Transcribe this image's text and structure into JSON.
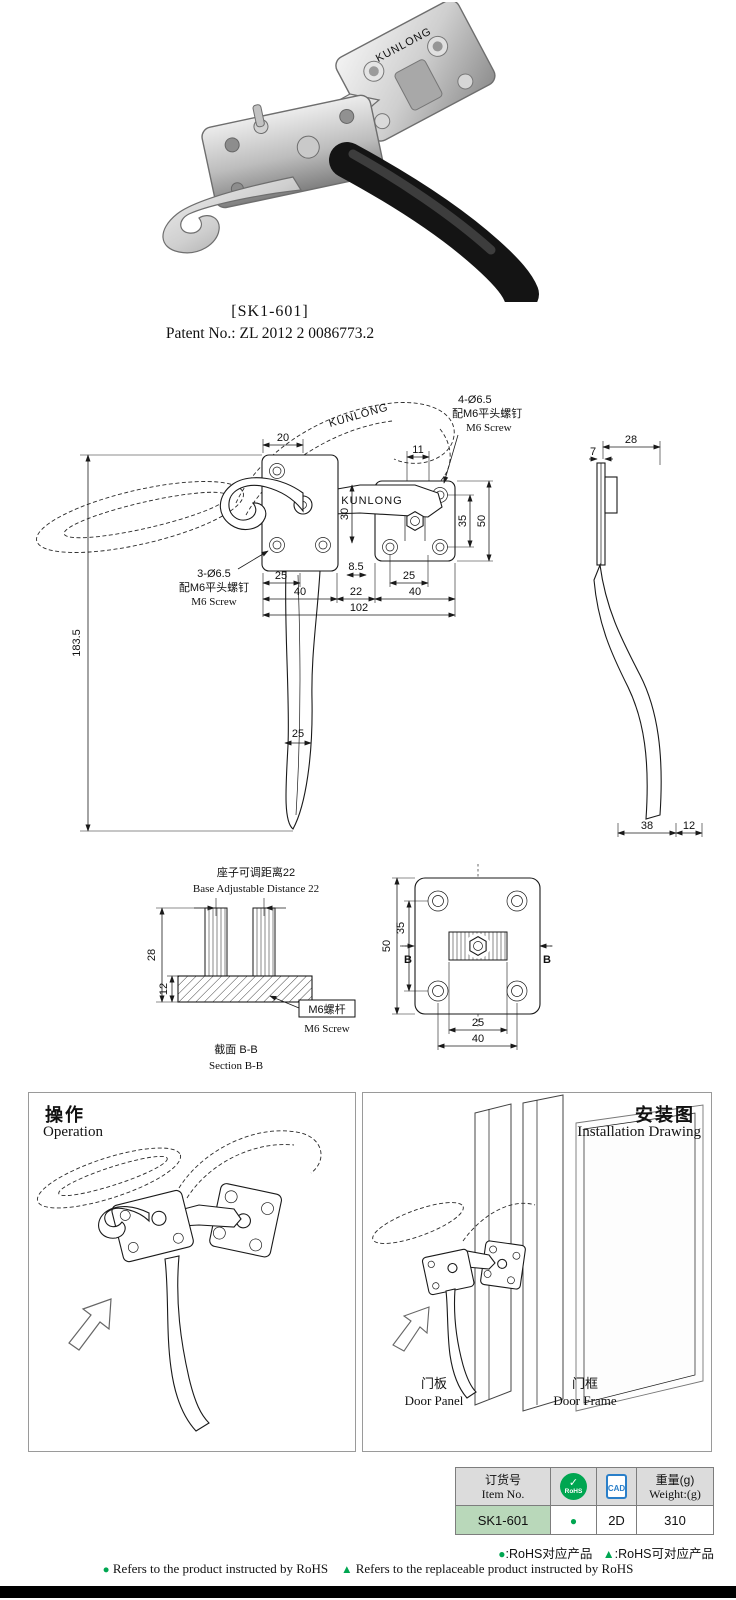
{
  "brand": "KUNLONG",
  "header": {
    "model": "[SK1-601]",
    "patent": "Patent No.:  ZL 2012 2 0086773.2"
  },
  "main_drawing": {
    "callout_top_l1": "4-Ø6.5",
    "callout_top_l2": "配M6平头螺钉",
    "callout_top_l3": "M6 Screw",
    "callout_left_l1": "3-Ø6.5",
    "callout_left_l2": "配M6平头螺钉",
    "callout_left_l3": "M6 Screw",
    "dim_20": "20",
    "dim_11": "11",
    "dim_28": "28",
    "dim_7": "7",
    "dim_35": "35",
    "dim_50": "50",
    "dim_30": "30",
    "dim_8_5": "8.5",
    "dim_25_left": "25",
    "dim_25_right": "25",
    "dim_40_left": "40",
    "dim_22": "22",
    "dim_40_right": "40",
    "dim_102": "102",
    "dim_183_5": "183.5",
    "dim_25_handle": "25",
    "dim_38": "38",
    "dim_12": "12"
  },
  "section_drawing": {
    "adj_cn": "座子可调距离22",
    "adj_en": "Base Adjustable Distance 22",
    "dim_28": "28",
    "dim_12": "12",
    "screw_cn": "M6螺杆",
    "screw_en": "M6 Screw",
    "section_cn": "截面  B-B",
    "section_en": "Section B-B",
    "dim_50": "50",
    "dim_35": "35",
    "dim_25": "25",
    "dim_40": "40",
    "b_left": "B",
    "b_right": "B"
  },
  "operation_panel": {
    "title_cn": "操作",
    "title_en": "Operation"
  },
  "installation_panel": {
    "title_cn": "安装图",
    "title_en": "Installation Drawing",
    "door_panel_cn": "门板",
    "door_panel_en": "Door Panel",
    "door_frame_cn": "门框",
    "door_frame_en": "Door Frame"
  },
  "order_table": {
    "col_item_cn": "订货号",
    "col_item_en": "Item No.",
    "rohs_icon_check": "✓",
    "rohs_icon_text": "RoHS",
    "cad_icon_text": "CAD",
    "col_weight_cn": "重量(g)",
    "col_weight_en": "Weight:(g)",
    "row": {
      "item": "SK1-601",
      "rohs_mark": "●",
      "cad": "2D",
      "weight": "310"
    }
  },
  "legend": {
    "dot": "●",
    "triangle": "▲",
    "cn_dot_text": ":RoHS对应产品",
    "cn_tri_text": ":RoHS可对应产品",
    "en_dot_text": "Refers to the product instructed by RoHS",
    "en_tri_text": "Refers to the replaceable product instructed by RoHS"
  },
  "colors": {
    "green": "#00a651",
    "row_green": "#b9d8ba",
    "cad_blue": "#2a7fc9"
  }
}
